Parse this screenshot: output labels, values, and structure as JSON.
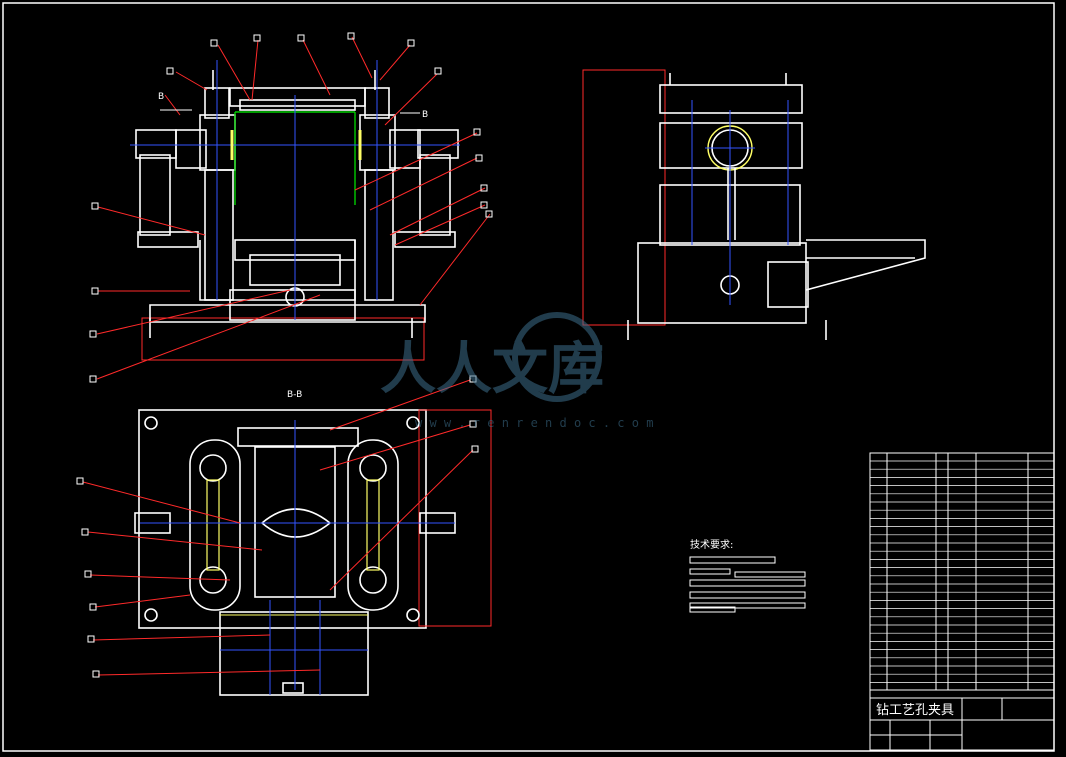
{
  "sheet": {
    "background": "#000000",
    "line_colors": {
      "outline": "#ffffff",
      "leader": "#ff2a2a",
      "centerline": "#3355ff",
      "hidden": "#00cc00",
      "highlight": "#ffff66"
    }
  },
  "section_labels": {
    "cut_left": "B",
    "cut_right": "B",
    "section_view": "B-B"
  },
  "watermark": {
    "main": "人人文库",
    "url": "w w w . r e n r e n d o c . c o m"
  },
  "notes": {
    "heading": "技术要求:"
  },
  "title_block": {
    "drawing_name": "钻工艺孔夹具"
  }
}
